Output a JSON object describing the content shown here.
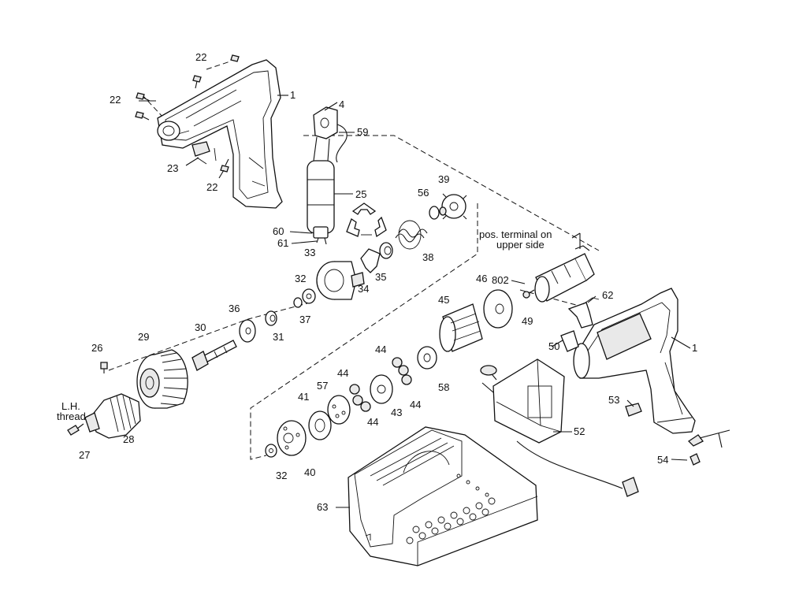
{
  "labels": {
    "n1a": "1",
    "n1b": "1",
    "n4": "4",
    "n22a": "22",
    "n22b": "22",
    "n22c": "22",
    "n23": "23",
    "n25": "25",
    "n26": "26",
    "n27": "27",
    "n28": "28",
    "n29": "29",
    "n30": "30",
    "n31": "31",
    "n32a": "32",
    "n32b": "32",
    "n33": "33",
    "n34": "34",
    "n35": "35",
    "n36": "36",
    "n37": "37",
    "n38": "38",
    "n39": "39",
    "n40": "40",
    "n41": "41",
    "n43": "43",
    "n44a": "44",
    "n44b": "44",
    "n44c": "44",
    "n44d": "44",
    "n45": "45",
    "n46": "46",
    "n49": "49",
    "n50": "50",
    "n52": "52",
    "n53": "53",
    "n54": "54",
    "n56": "56",
    "n57": "57",
    "n58": "58",
    "n59": "59",
    "n60": "60",
    "n61": "61",
    "n62": "62",
    "n63": "63",
    "n802": "802"
  },
  "notes": {
    "pos_terminal_line1": "pos. terminal on",
    "pos_terminal_line2": "upper side",
    "lh_line1": "L.H.",
    "lh_line2": "thread"
  },
  "icons": {
    "recycle": "recycle-symbol-icon"
  }
}
